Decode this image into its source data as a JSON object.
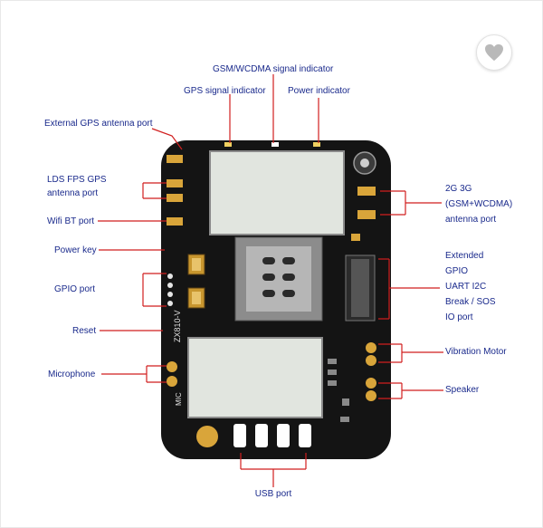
{
  "labels": {
    "gsm_signal": "GSM/WCDMA signal indicator",
    "gps_signal": "GPS signal indicator",
    "power_indicator": "Power indicator",
    "ext_gps": "External GPS antenna port",
    "ldg_gps_1": "LDS FPS GPS",
    "ldg_gps_2": "antenna port",
    "wifi_bt": "Wifi BT port",
    "power_key": "Power key",
    "gpio": "GPIO port",
    "reset": "Reset",
    "microphone": "Microphone",
    "antenna_2g3g_1": "2G 3G",
    "antenna_2g3g_2": "(GSM+WCDMA)",
    "antenna_2g3g_3": "antenna port",
    "ext_gpio_1": "Extended",
    "ext_gpio_2": "GPIO",
    "ext_gpio_3": "UART I2C",
    "ext_gpio_4": "Break / SOS",
    "ext_gpio_5": "IO port",
    "vibration": "Vibration Motor",
    "speaker": "Speaker",
    "usb": "USB port"
  },
  "board_text": {
    "model": "ZX810-V",
    "mic": "MIC"
  },
  "favorite": {
    "icon": "heart-icon"
  },
  "colors": {
    "board": "#141414",
    "pad": "#d9a53a",
    "leader": "#d11f1f",
    "label": "#1a2a8c",
    "lcd": "#e1e5df"
  }
}
